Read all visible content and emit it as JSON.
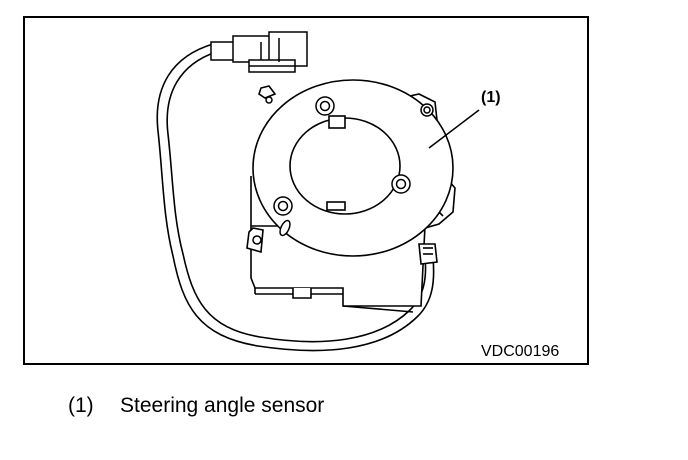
{
  "figure": {
    "callout": "(1)",
    "image_code": "VDC00196"
  },
  "caption": {
    "number": "(1)",
    "text": "Steering angle sensor"
  }
}
